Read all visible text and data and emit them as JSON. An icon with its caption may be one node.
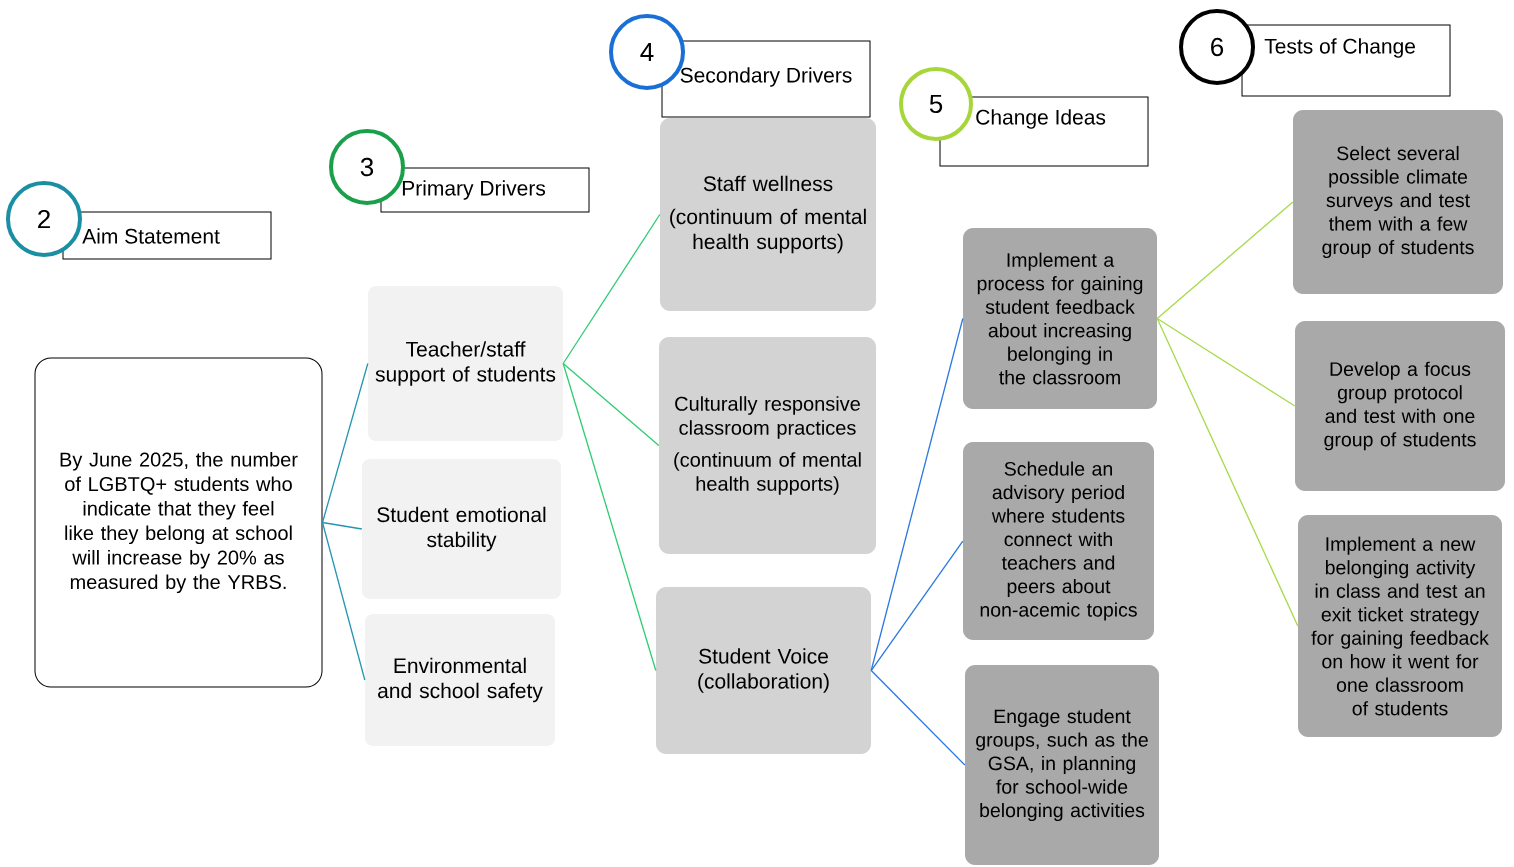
{
  "diagram": {
    "nodes": [
      {
        "text": [
          "2"
        ]
      },
      {
        "text": [
          "Aim Statement"
        ]
      },
      {
        "text": [
          "3"
        ]
      },
      {
        "text": [
          "Primary Drivers"
        ]
      },
      {
        "text": [
          "4"
        ]
      },
      {
        "text": [
          "Secondary Drivers"
        ]
      },
      {
        "text": [
          "5"
        ]
      },
      {
        "text": [
          "Change Ideas"
        ]
      },
      {
        "text": [
          "6"
        ]
      },
      {
        "text": [
          "Tests of Change"
        ]
      },
      {
        "text": [
          "By June 2025, the number of LGBTQ+ students who indicate that they feel like they belong at school will increase by 20% as measured by the YRBS."
        ]
      },
      {
        "text": [
          "Teacher/staff support of students"
        ]
      },
      {
        "text": [
          "Student emotional stability"
        ]
      },
      {
        "text": [
          "Environmental and school safety"
        ]
      },
      {
        "text": [
          "Staff wellness",
          "(continuum of mental health supports)"
        ]
      },
      {
        "text": [
          "Culturally responsive classroom practices",
          "(continuum of mental health supports)"
        ]
      },
      {
        "text": [
          "Student Voice (collaboration)"
        ]
      },
      {
        "text": [
          "Implement a process for gaining student feedback about increasing belonging in the classroom"
        ]
      },
      {
        "text": [
          "Schedule an advisory period where students connect with teachers and peers about non-acemic topics"
        ]
      },
      {
        "text": [
          "Engage student groups, such as the GSA, in planning for school-wide belonging activities"
        ]
      },
      {
        "text": [
          "Select several possible climate surveys and test them with a few group of students"
        ]
      },
      {
        "text": [
          "Develop a focus group protocol and test with one group of students"
        ]
      },
      {
        "text": [
          "Implement a new belonging activity in class and test an exit ticket strategy for gaining feedback on how it went for one classroom of students"
        ]
      }
    ],
    "edges": [
      {
        "from": 10,
        "to": 11,
        "arrow": "none",
        "color": "#2496b0"
      },
      {
        "from": 10,
        "to": 12,
        "arrow": "none",
        "color": "#2496b0"
      },
      {
        "from": 10,
        "to": 13,
        "arrow": "none",
        "color": "#2496b0"
      },
      {
        "from": 11,
        "to": 14,
        "arrow": "none",
        "color": "#2ecc71"
      },
      {
        "from": 11,
        "to": 15,
        "arrow": "none",
        "color": "#2ecc71"
      },
      {
        "from": 11,
        "to": 16,
        "arrow": "none",
        "color": "#2ecc71"
      },
      {
        "from": 16,
        "to": 17,
        "arrow": "none",
        "color": "#2a78e0"
      },
      {
        "from": 16,
        "to": 18,
        "arrow": "none",
        "color": "#2a78e0"
      },
      {
        "from": 16,
        "to": 19,
        "arrow": "none",
        "color": "#2a78e0"
      },
      {
        "from": 17,
        "to": 20,
        "arrow": "none",
        "color": "#a6d94a"
      },
      {
        "from": 17,
        "to": 21,
        "arrow": "none",
        "color": "#a6d94a"
      },
      {
        "from": 17,
        "to": 22,
        "arrow": "none",
        "color": "#a6d94a"
      }
    ]
  }
}
